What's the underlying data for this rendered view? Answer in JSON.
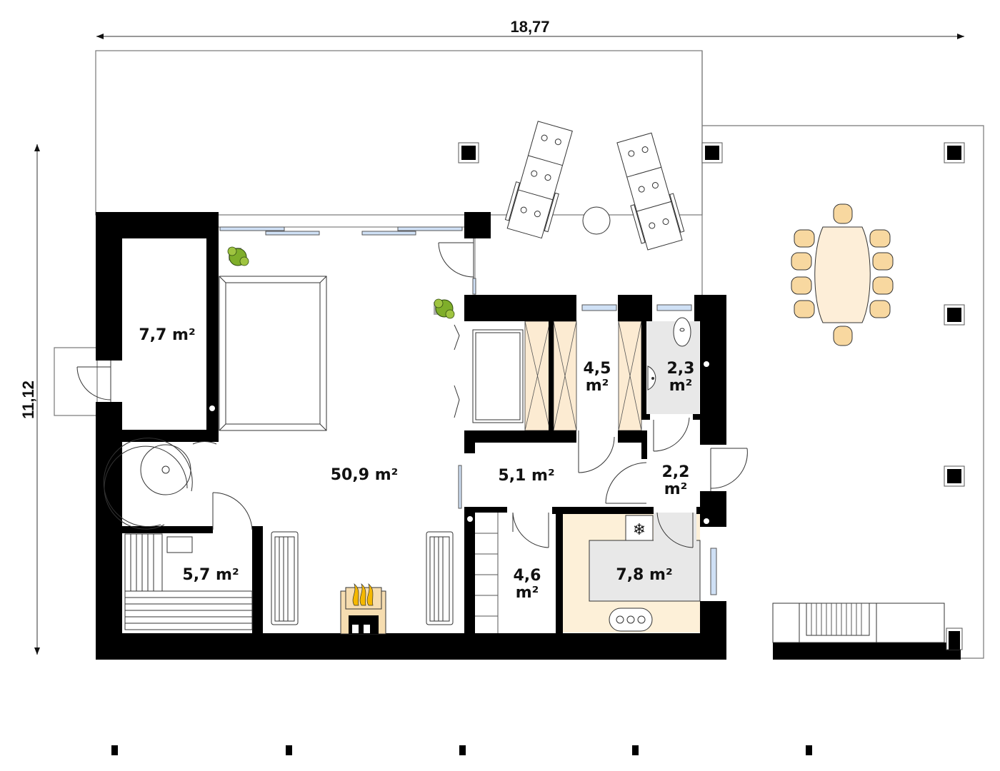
{
  "plan": {
    "type": "house-floor-plan",
    "dimensions": {
      "width_label": "18,77",
      "height_label": "11,12"
    },
    "rooms": [
      {
        "id": "storage",
        "area": "7,7 m²"
      },
      {
        "id": "living-room",
        "area": "50,9 m²"
      },
      {
        "id": "sauna",
        "area": "5,7 m²"
      },
      {
        "id": "dressing",
        "area": "4,5",
        "unit": "m²"
      },
      {
        "id": "wc",
        "area": "2,3",
        "unit": "m²"
      },
      {
        "id": "hall",
        "area": "5,1 m²"
      },
      {
        "id": "vestibule",
        "area": "2,2",
        "unit": "m²"
      },
      {
        "id": "stairs",
        "area": "4,6",
        "unit": "m²"
      },
      {
        "id": "kitchen",
        "area": "7,8 m²"
      }
    ],
    "colors": {
      "wall": "#000000",
      "kitchen_floor": "#fdf0d8",
      "wardrobe_fill": "#fcebd2",
      "bathroom_floor": "#e8e8e8",
      "chair_fill": "#f8d8a0",
      "table_fill": "#fdeed8",
      "window_glass": "#cfe0f5",
      "fireplace": "#f6ddb0",
      "flame": "#f5b800",
      "plant": "#7fae2a"
    }
  }
}
